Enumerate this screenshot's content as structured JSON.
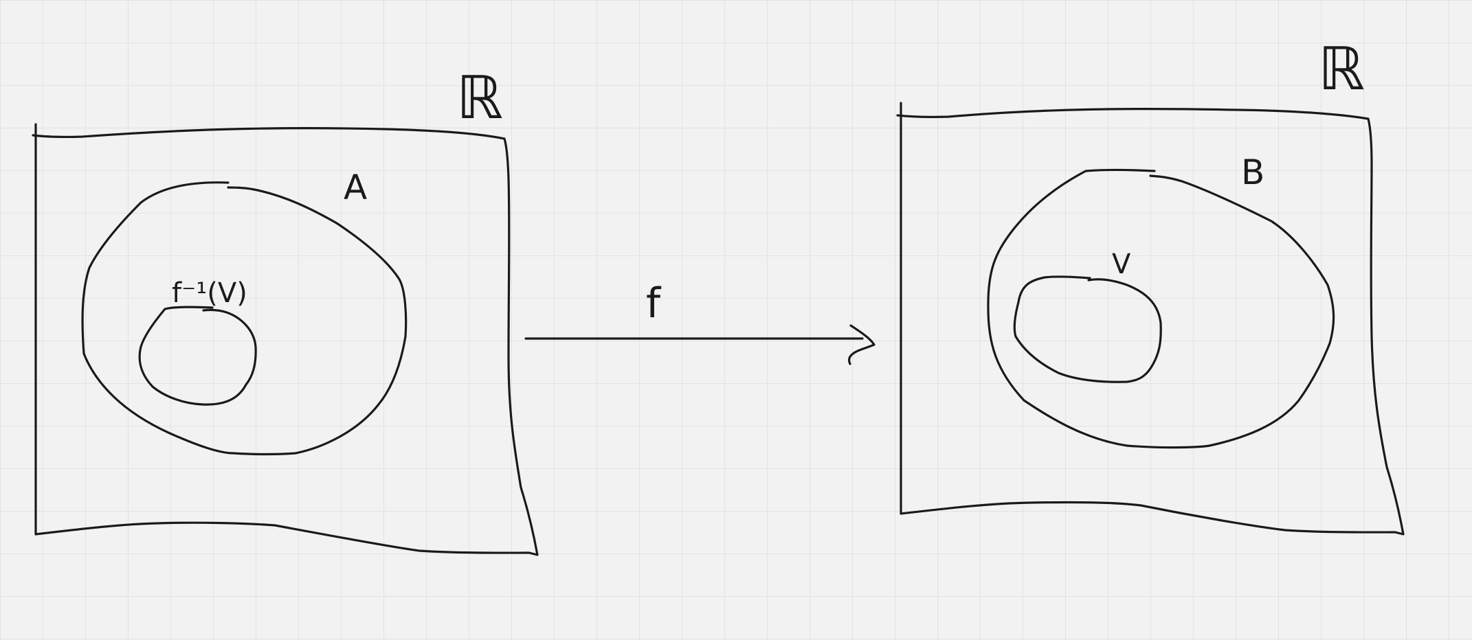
{
  "diagram": {
    "domain": {
      "space_label": "ℝ",
      "set_label": "A",
      "preimage_label": "f⁻¹(V)"
    },
    "codomain": {
      "space_label": "ℝ",
      "set_label": "B",
      "subset_label": "V"
    },
    "map": {
      "label": "f"
    },
    "colors": {
      "background": "#f2f2f2",
      "grid": "#e2e2e2",
      "ink": "#1a1a1a"
    }
  }
}
